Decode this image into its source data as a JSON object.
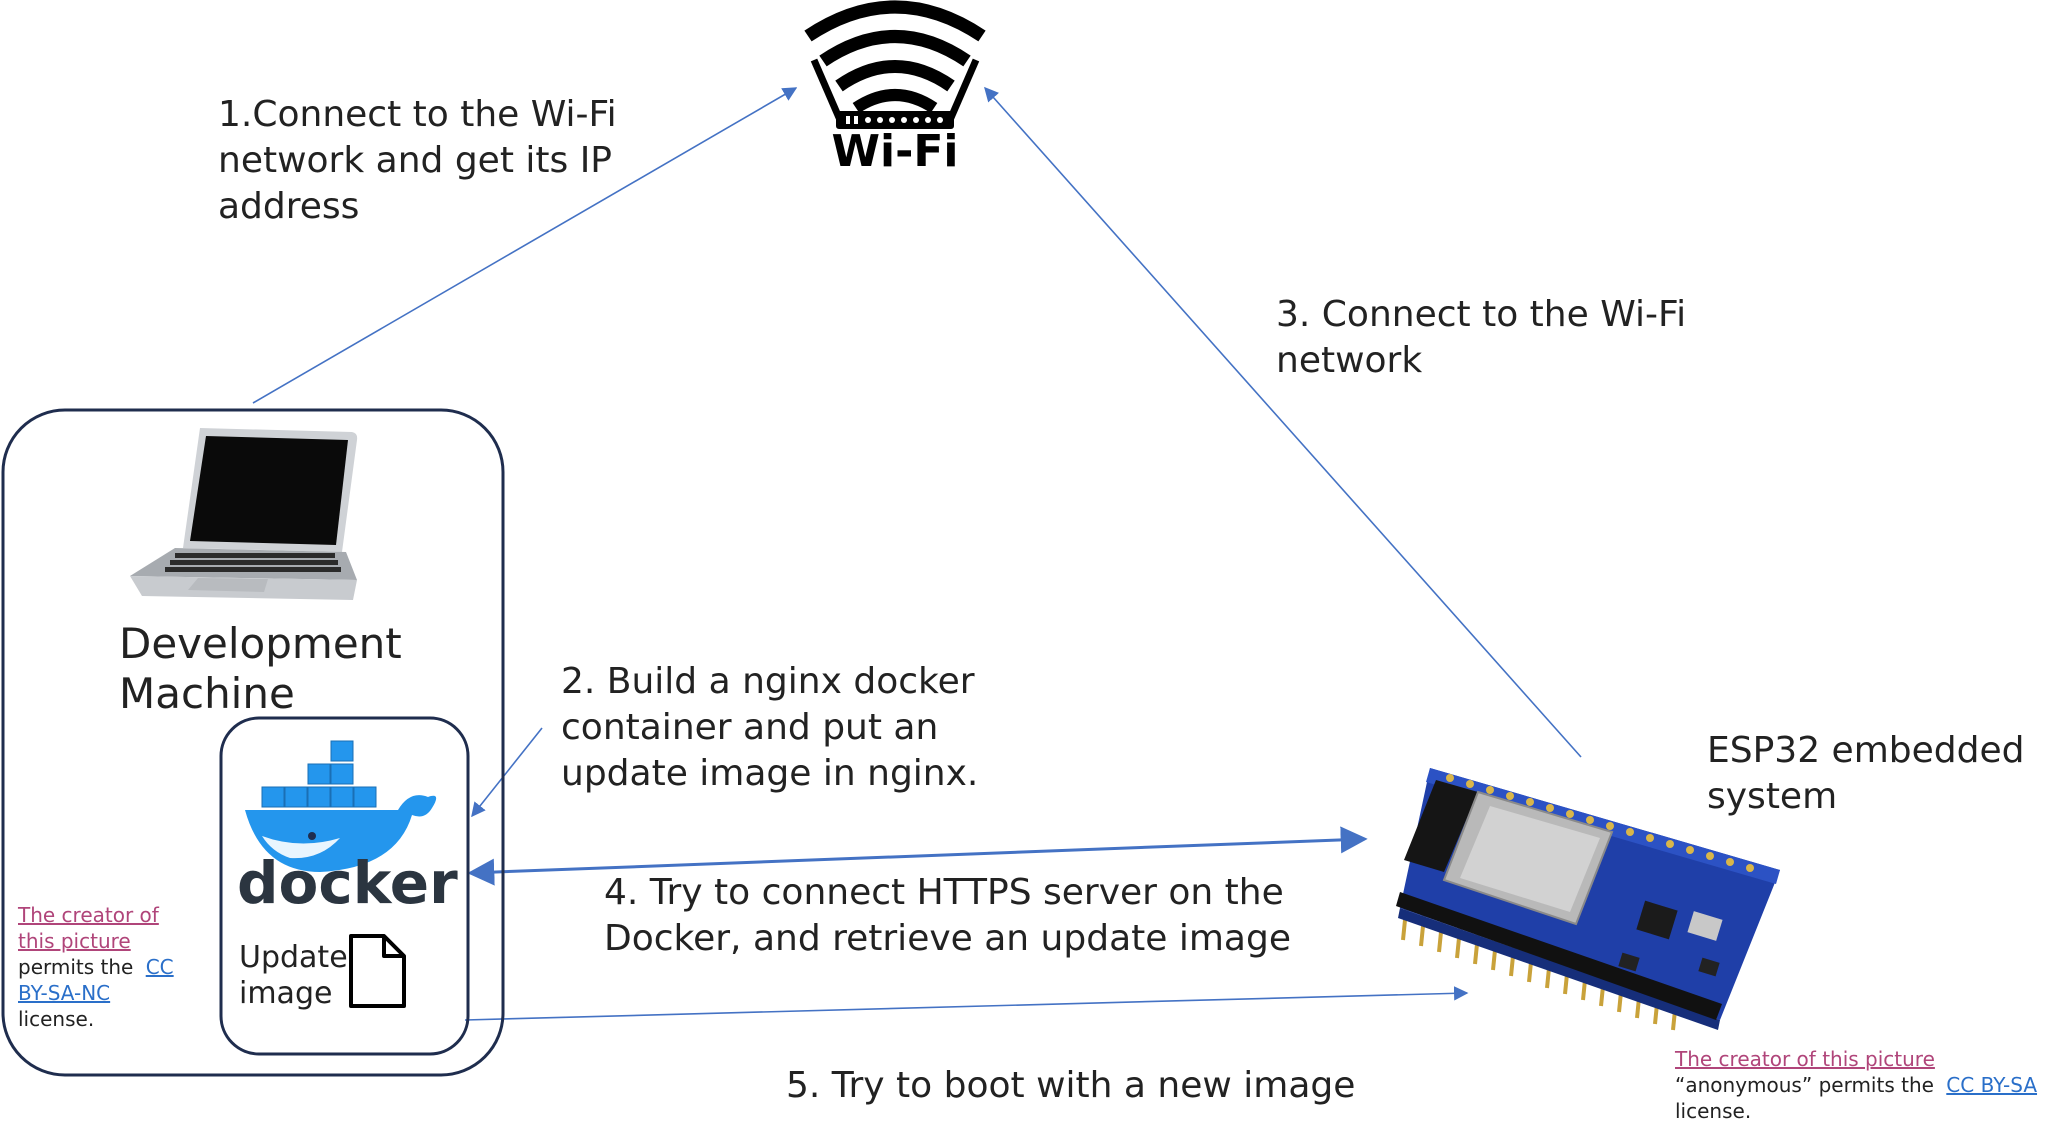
{
  "wifi": {
    "logo_text": "Wi-Fi"
  },
  "steps": {
    "step1": [
      "1.Connect to the Wi-Fi",
      "network and get its IP",
      "address"
    ],
    "step2": [
      "2. Build a nginx docker",
      "container and put an",
      "update image in nginx."
    ],
    "step3": [
      "3. Connect to the Wi-Fi",
      "network"
    ],
    "step4": [
      "4. Try to connect HTTPS server on the",
      "Docker, and retrieve an update image"
    ],
    "step5": "5. Try to boot with a new image"
  },
  "dev_machine": {
    "label": [
      "Development",
      "Machine"
    ]
  },
  "docker": {
    "logo_text": "docker",
    "update_label": [
      "Update",
      "image"
    ]
  },
  "esp32": {
    "label": [
      "ESP32 embedded",
      "system"
    ]
  },
  "credits": {
    "left": {
      "creator_link": [
        "The creator of",
        "this picture"
      ],
      "permits": "permits the",
      "license_link": [
        "CC",
        "BY-SA-NC"
      ],
      "license_word": "license."
    },
    "right": {
      "creator_link": "The creator of this picture",
      "permits": "“anonymous” permits the",
      "license_link": "CC BY-SA",
      "license_word": "license."
    }
  },
  "colors": {
    "arrow": "#4472c4",
    "box_border": "#1f2d4e",
    "docker_blue": "#2496ed",
    "pcb_blue": "#1f3fa8"
  }
}
